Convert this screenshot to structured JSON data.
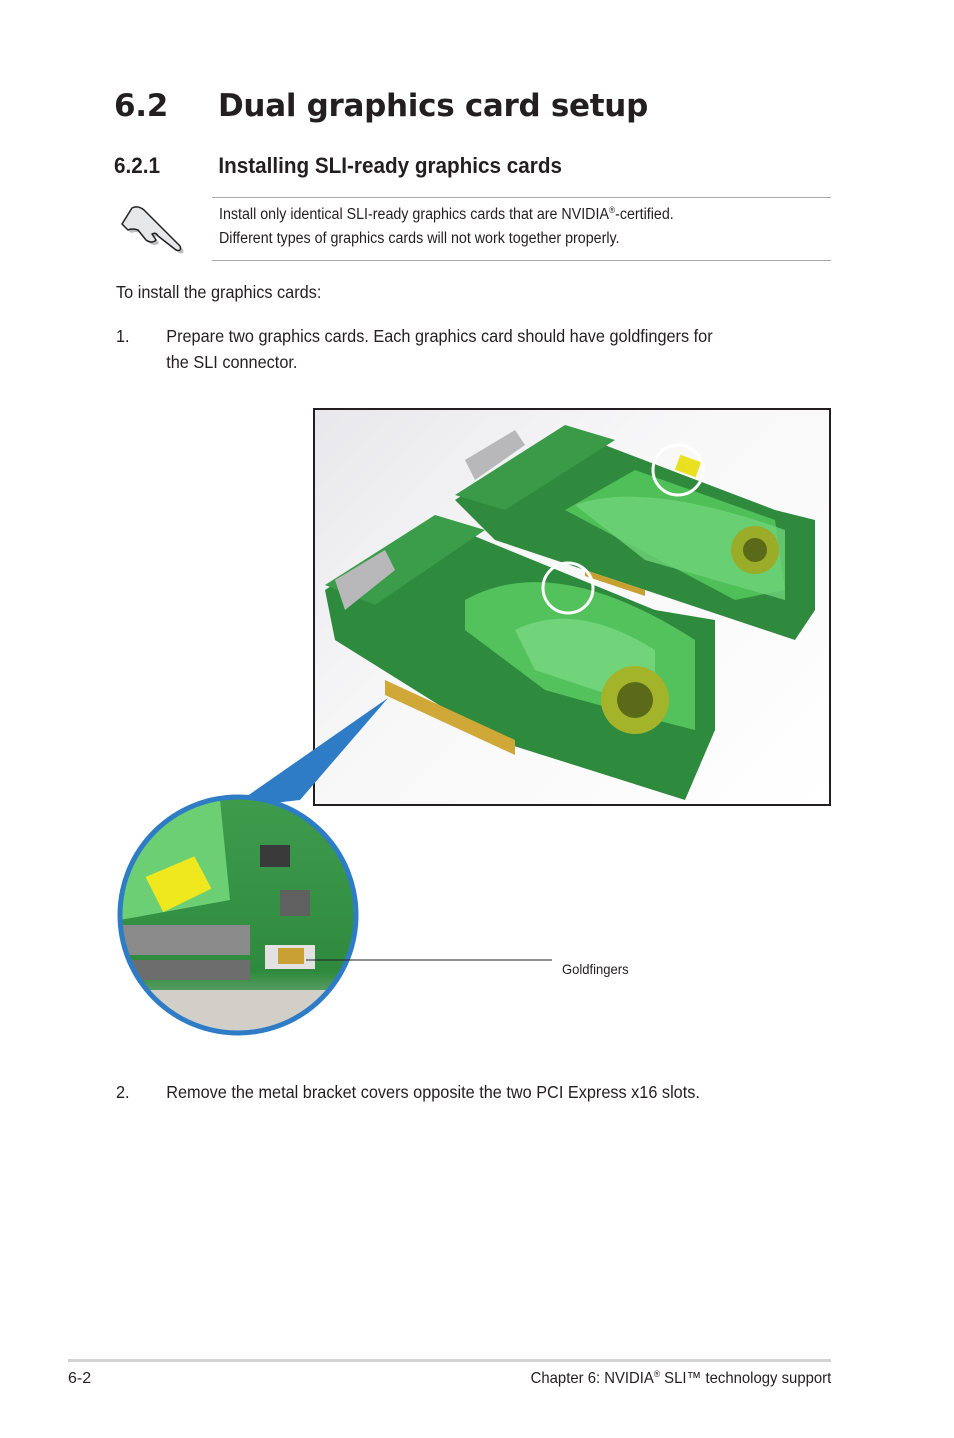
{
  "section": {
    "number": "6.2",
    "title": "Dual graphics card setup"
  },
  "subsection": {
    "number": "6.2.1",
    "title": "Installing SLI-ready graphics cards"
  },
  "note": {
    "icon": "pointing-hand-icon",
    "line1_before": "Install only identical SLI-ready graphics cards that are NVIDIA",
    "line1_reg": "®",
    "line1_after": "-certified.",
    "line2": "Different types of graphics cards will not work together properly."
  },
  "intro": "To install the graphics cards:",
  "steps": [
    {
      "number": "1.",
      "line1": "Prepare two graphics cards. Each graphics card should have goldfingers for",
      "line2": "the SLI connector."
    },
    {
      "number": "2.",
      "line1": "Remove the metal bracket covers opposite the two PCI Express x16 slots."
    }
  ],
  "figure": {
    "description": "Photo of two SLI-ready NVIDIA graphics cards with the SLI goldfinger areas circled",
    "callout_label": "Goldfingers",
    "callout_color": "#2f7cc6",
    "frame_color": "#231f20"
  },
  "footer": {
    "page_number": "6-2",
    "chapter_before": "Chapter 6: NVIDIA",
    "chapter_reg": "®",
    "chapter_after": " SLI™ technology support"
  }
}
